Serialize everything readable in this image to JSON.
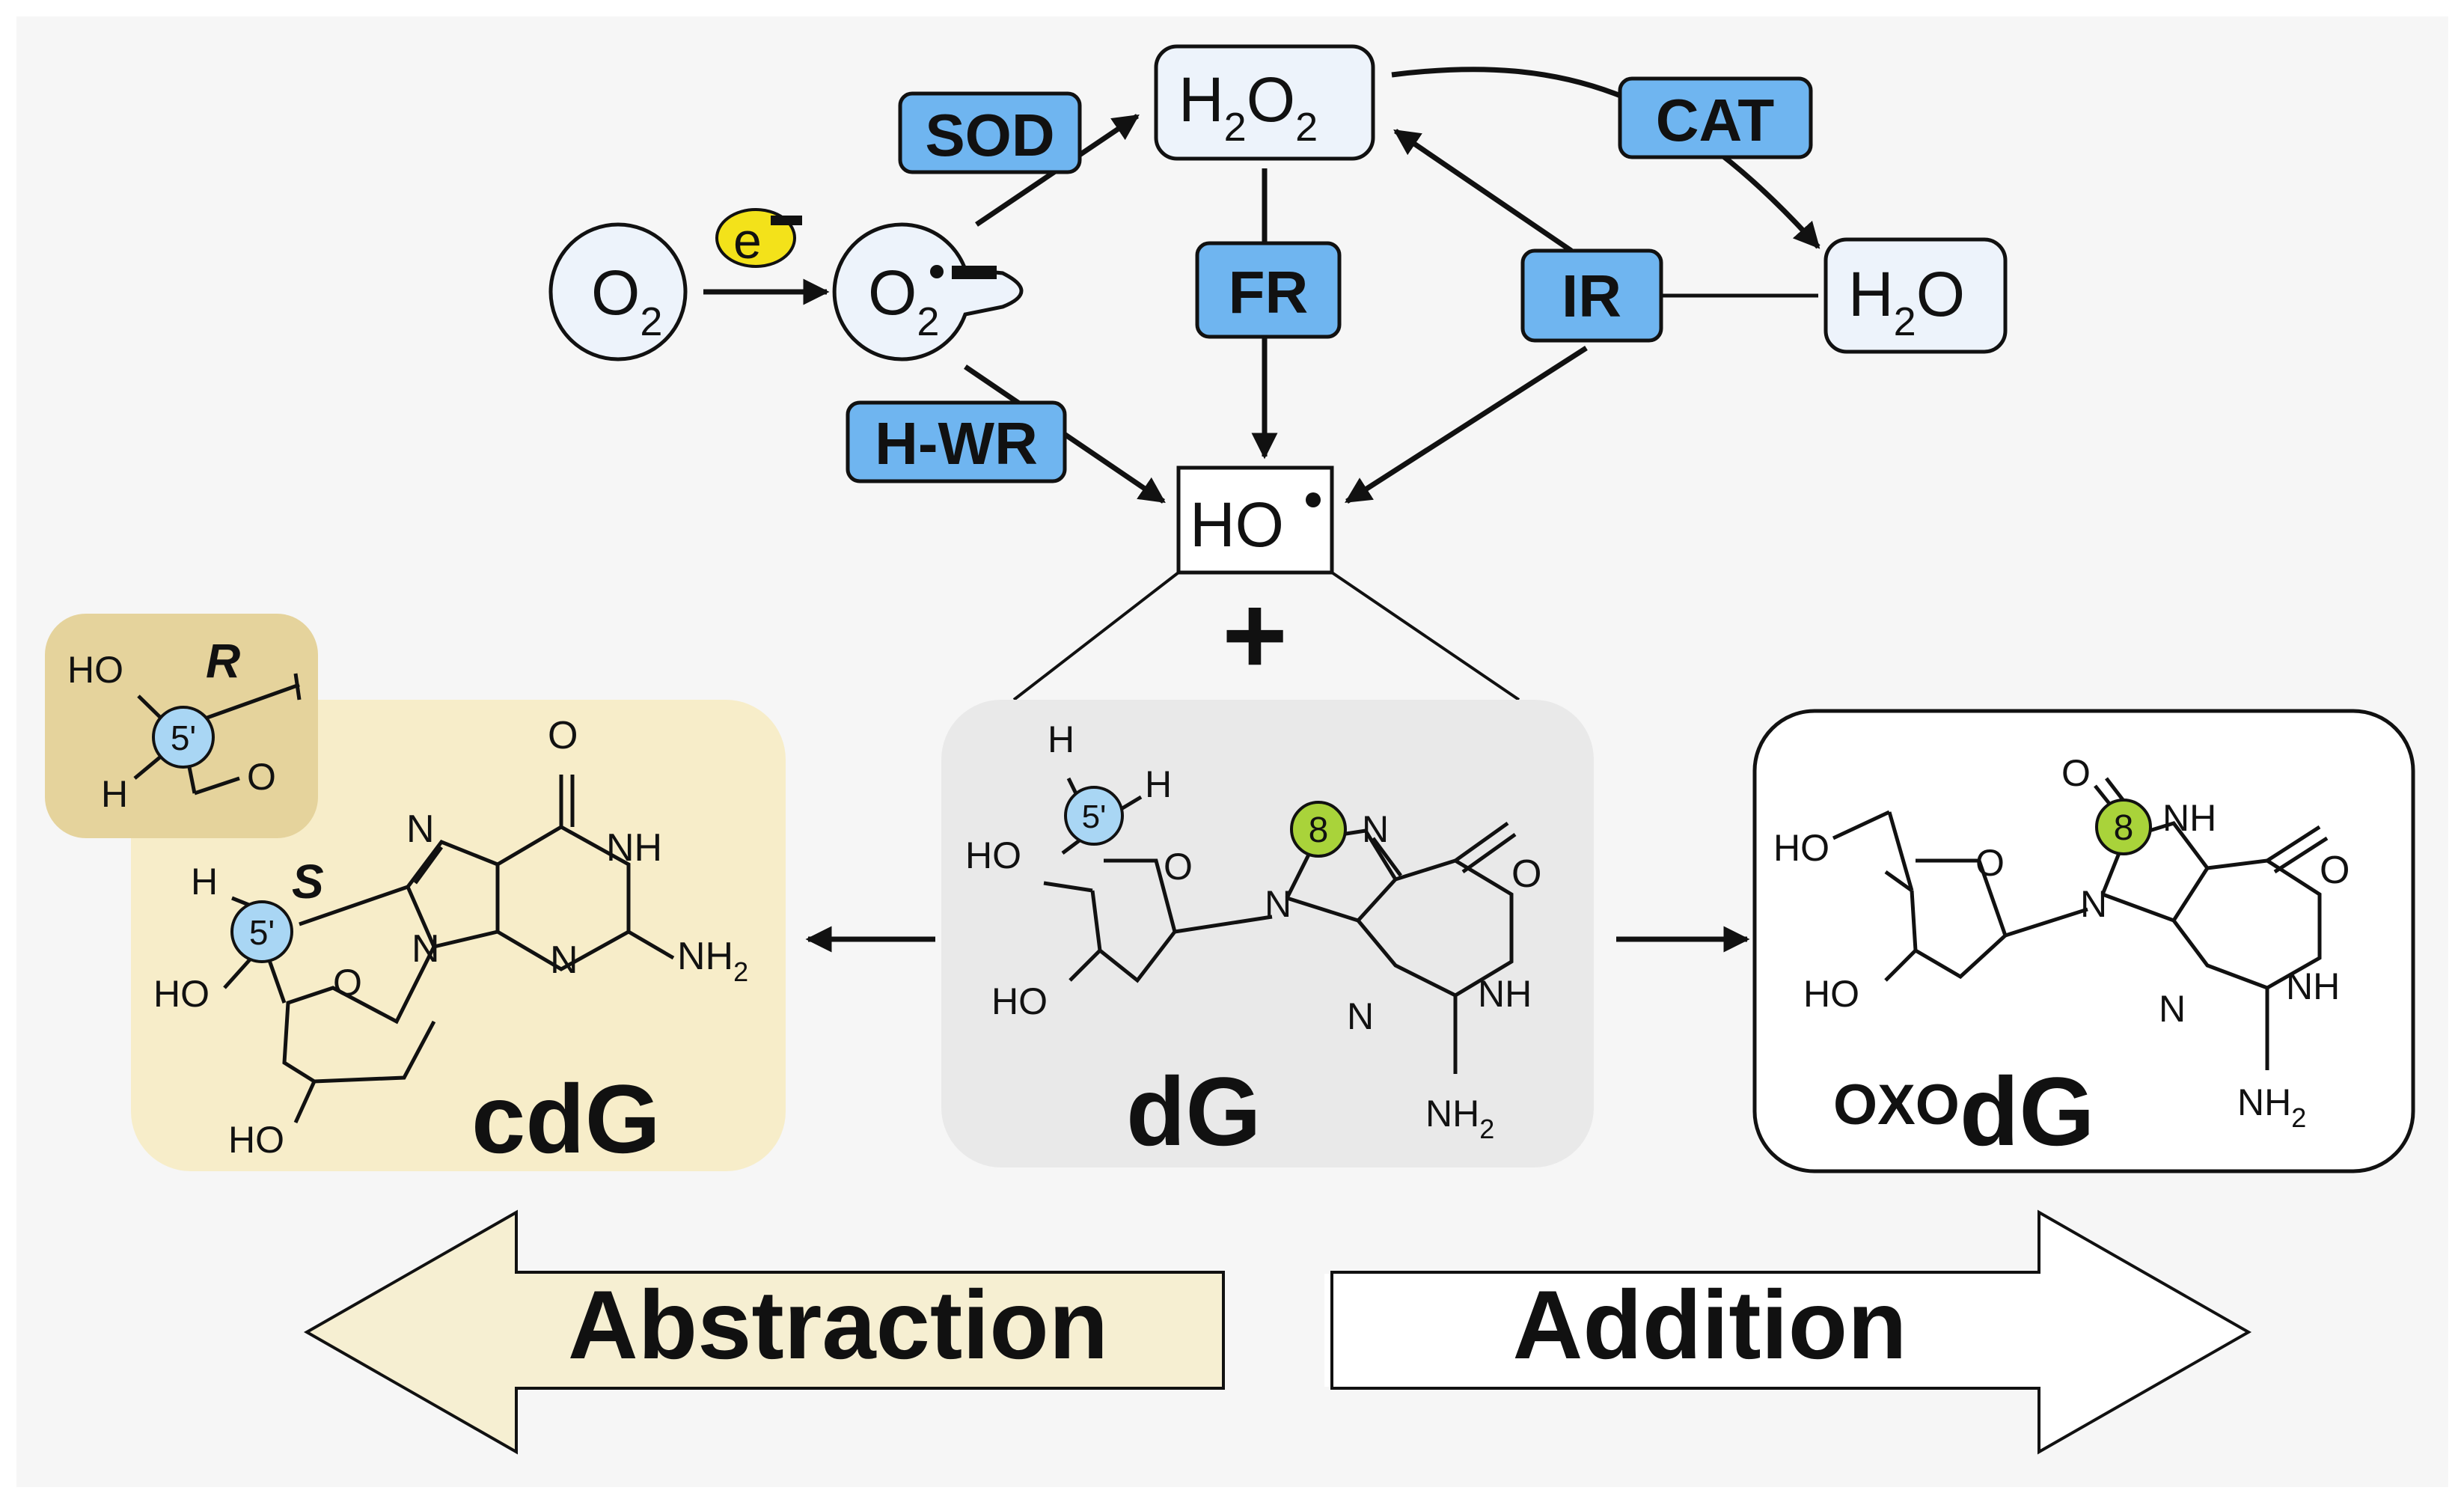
{
  "colors": {
    "background": "#f6f6f6",
    "enzyme_fill": "#6fb5f0",
    "species_fill": "#edf3fb",
    "electron_fill": "#f3e21a",
    "cdg_panel": "#f7edc9",
    "cdg_inset": "#e5d39c",
    "dg_panel": "#e9e9e9",
    "oxodg_panel": "#ffffff",
    "c5_marker": "#a9d6f4",
    "c8_marker": "#a9d33a",
    "abstraction_arrow": "#f6efd2",
    "addition_arrow": "#ffffff"
  },
  "species": {
    "o2": {
      "main": "O",
      "sub": "2"
    },
    "superoxide": {
      "main": "O",
      "sub": "2",
      "sup": "•"
    },
    "h2o2": {
      "a": "H",
      "sub1": "2",
      "b": "O",
      "sub2": "2"
    },
    "h2o": {
      "a": "H",
      "sub": "2",
      "b": "O"
    },
    "hydroxyl": {
      "main": "HO",
      "sup": "•"
    },
    "electron": "e",
    "plus": "+"
  },
  "enzymes": {
    "sod": "SOD",
    "cat": "CAT",
    "fr": "FR",
    "ir": "IR",
    "hwr": "H-WR"
  },
  "structures": {
    "cdg": {
      "name": "cdG",
      "inset_r": "R",
      "inset_ho": "HO",
      "inset_h": "H",
      "inset_o": "O",
      "inset_c5": "5'",
      "s_label": "S",
      "c5": "5'",
      "atoms": {
        "o_carbonyl": "O",
        "nh": "NH",
        "n7": "N",
        "n9": "N",
        "n3": "N",
        "nh2": "NH",
        "nh2_sub": "2",
        "h": "H",
        "ho5": "HO",
        "ring_o": "O",
        "ho3": "HO"
      }
    },
    "dg": {
      "name": "dG",
      "c5": "5'",
      "c8": "8",
      "atoms": {
        "h1": "H",
        "h2": "H",
        "ho5": "HO",
        "ring_o": "O",
        "ho3": "HO",
        "n9": "N",
        "n7": "N",
        "o_carbonyl": "O",
        "nh": "NH",
        "n3": "N",
        "nh2": "NH",
        "nh2_sub": "2"
      }
    },
    "oxodg": {
      "name_prefix": "OXO",
      "name": "dG",
      "c8": "8",
      "atoms": {
        "o8": "O",
        "nh7": "NH",
        "ho5": "HO",
        "ring_o": "O",
        "ho3": "HO",
        "n9": "N",
        "o_carbonyl": "O",
        "nh": "NH",
        "n3": "N",
        "nh2": "NH",
        "nh2_sub": "2"
      }
    }
  },
  "arrows": {
    "abstraction": "Abstraction",
    "addition": "Addition"
  }
}
